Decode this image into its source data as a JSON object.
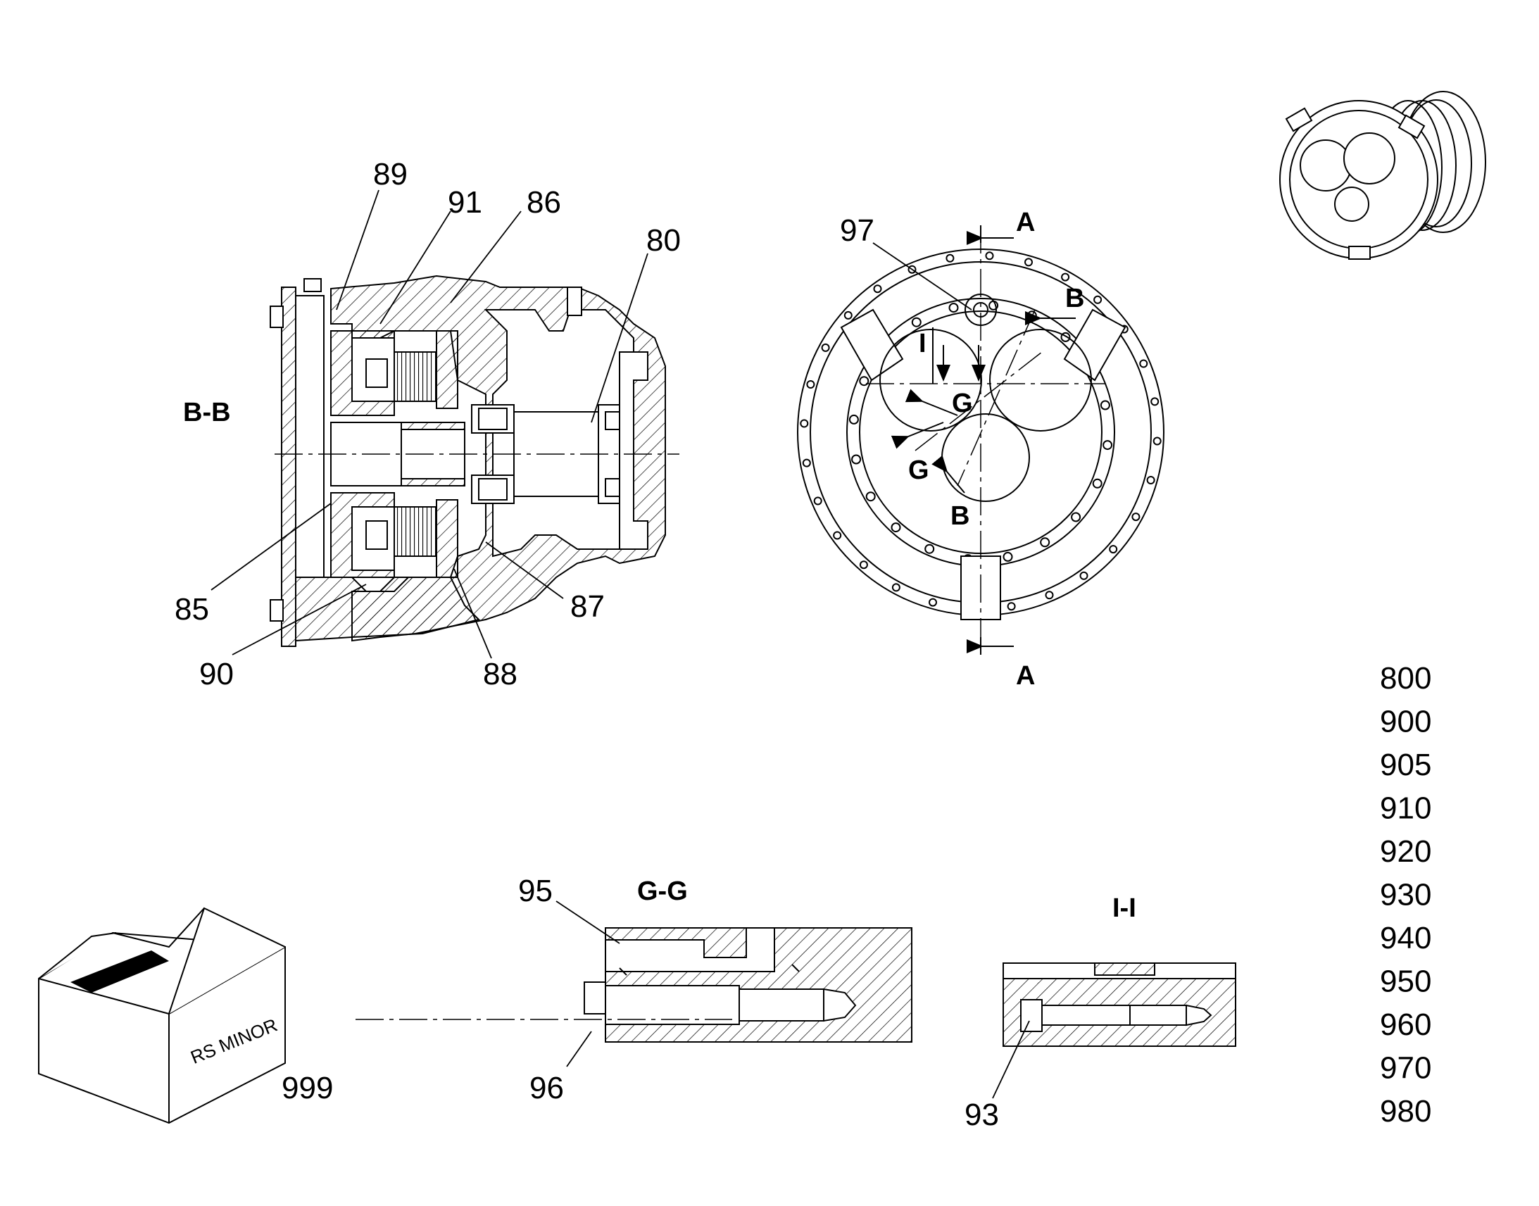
{
  "callouts": {
    "c89": "89",
    "c91": "91",
    "c86": "86",
    "c80": "80",
    "c85": "85",
    "c90": "90",
    "c88": "88",
    "c87": "87",
    "c97": "97",
    "c95": "95",
    "c96": "96",
    "c93": "93",
    "c999": "999"
  },
  "section_labels": {
    "bb": "B-B",
    "gg": "G-G",
    "ii": "I-I",
    "a_top": "A",
    "a_bottom": "A",
    "b_top": "B",
    "b_bottom": "B",
    "g_upper": "G",
    "g_lower": "G",
    "i_mark": "I"
  },
  "box_text": "RS MINOR",
  "part_numbers": [
    "800",
    "900",
    "905",
    "910",
    "920",
    "930",
    "940",
    "950",
    "960",
    "970",
    "980"
  ],
  "icons": {
    "box": "package-box-icon",
    "motor": "motor-3d-icon"
  }
}
